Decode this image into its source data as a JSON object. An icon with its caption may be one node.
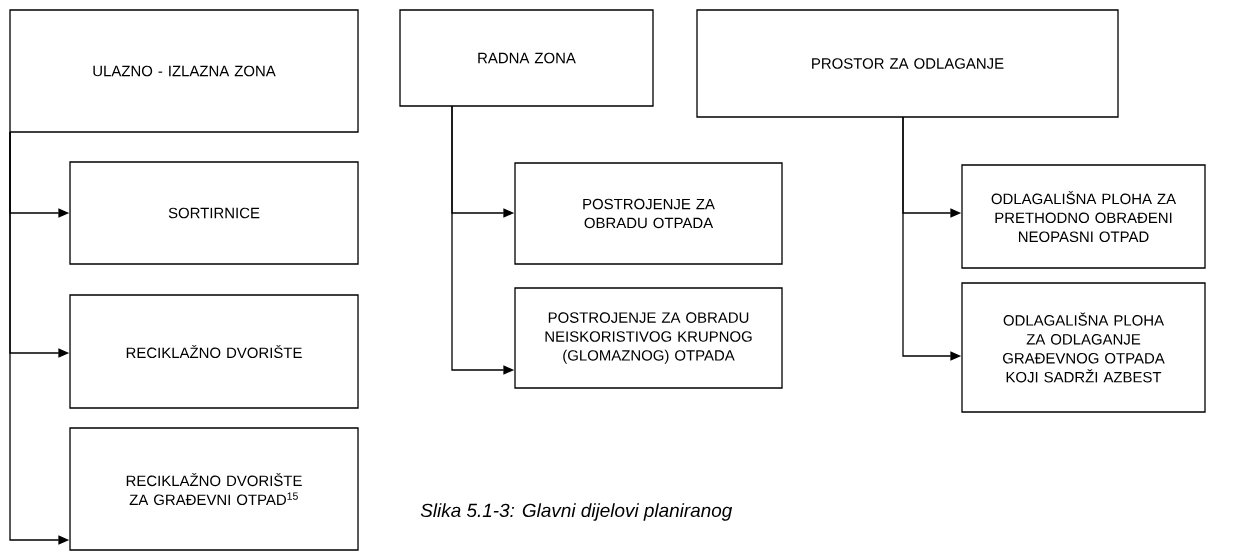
{
  "diagram": {
    "caption": "Slika 5.1-3: Glavni dijelovi planiranog",
    "nodes": [
      {
        "text": [
          "ULAZNO - IZLAZNA ZONA"
        ]
      },
      {
        "text": [
          "SORTIRNICE"
        ]
      },
      {
        "text": [
          "RECIKLAŽNO DVORIŠTE"
        ]
      },
      {
        "text": [
          "RECIKLAŽNO DVORIŠTE ZA GRAĐEVNI OTPAD$^{15}$"
        ]
      },
      {
        "text": [
          "RADNA ZONA"
        ]
      },
      {
        "text": [
          "POSTROJENJE ZA OBRADU OTPADA"
        ]
      },
      {
        "text": [
          "POSTROJENJE ZA OBRADU NEISKORISTIVOG KRUPNOG (GLOMAZNOG) OTPADA"
        ]
      },
      {
        "text": [
          "PROSTOR ZA ODLAGANJE"
        ]
      },
      {
        "text": [
          "ODLAGALIŠNA PLOHA ZA PRETHODNO OBRAĐENI NEOPASNI OTPAD"
        ]
      },
      {
        "text": [
          "ODLAGALIŠNA PLOHA ZA ODLAGANJE GRAĐEVNOG OTPADA KOJI SADRŽI AZBEST"
        ]
      }
    ],
    "edges": [
      {
        "from": 0,
        "to": 1,
        "arrow": "to"
      },
      {
        "from": 0,
        "to": 2,
        "arrow": "to"
      },
      {
        "from": 0,
        "to": 3,
        "arrow": "to"
      },
      {
        "from": 4,
        "to": 5,
        "arrow": "to"
      },
      {
        "from": 4,
        "to": 6,
        "arrow": "to"
      },
      {
        "from": 7,
        "to": 8,
        "arrow": "to"
      },
      {
        "from": 7,
        "to": 9,
        "arrow": "to"
      }
    ]
  }
}
